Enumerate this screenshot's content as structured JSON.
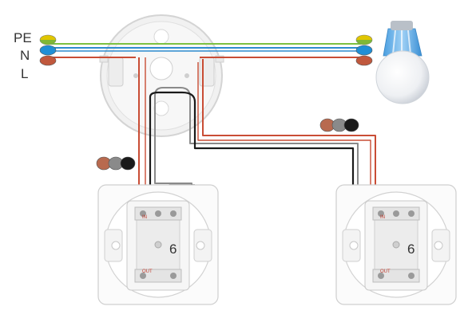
{
  "conductors": {
    "pe": {
      "label": "PE",
      "colors": [
        "#e0c600",
        "#6fb43f"
      ]
    },
    "n": {
      "label": "N",
      "color": "#1f8fd6"
    },
    "l": {
      "label": "L",
      "color": "#c0583d"
    }
  },
  "wire_colors": {
    "pe": "#7cc142",
    "n": "#2d8ccf",
    "l": "#c94d35",
    "black": "#1a1a1a",
    "grey": "#8a8a8a",
    "copper": "#b86a4f"
  },
  "switches": [
    {
      "number": "6",
      "terminal_in": "IN",
      "terminal_out": "OUT"
    },
    {
      "number": "6",
      "terminal_in": "IN",
      "terminal_out": "OUT"
    }
  ],
  "connector_groups": {
    "left": [
      "copper",
      "grey",
      "black"
    ],
    "right": [
      "copper",
      "grey",
      "black"
    ]
  },
  "icons": [
    "junction-box-icon",
    "light-bulb-icon",
    "wire-connector-icon",
    "switch-icon"
  ]
}
